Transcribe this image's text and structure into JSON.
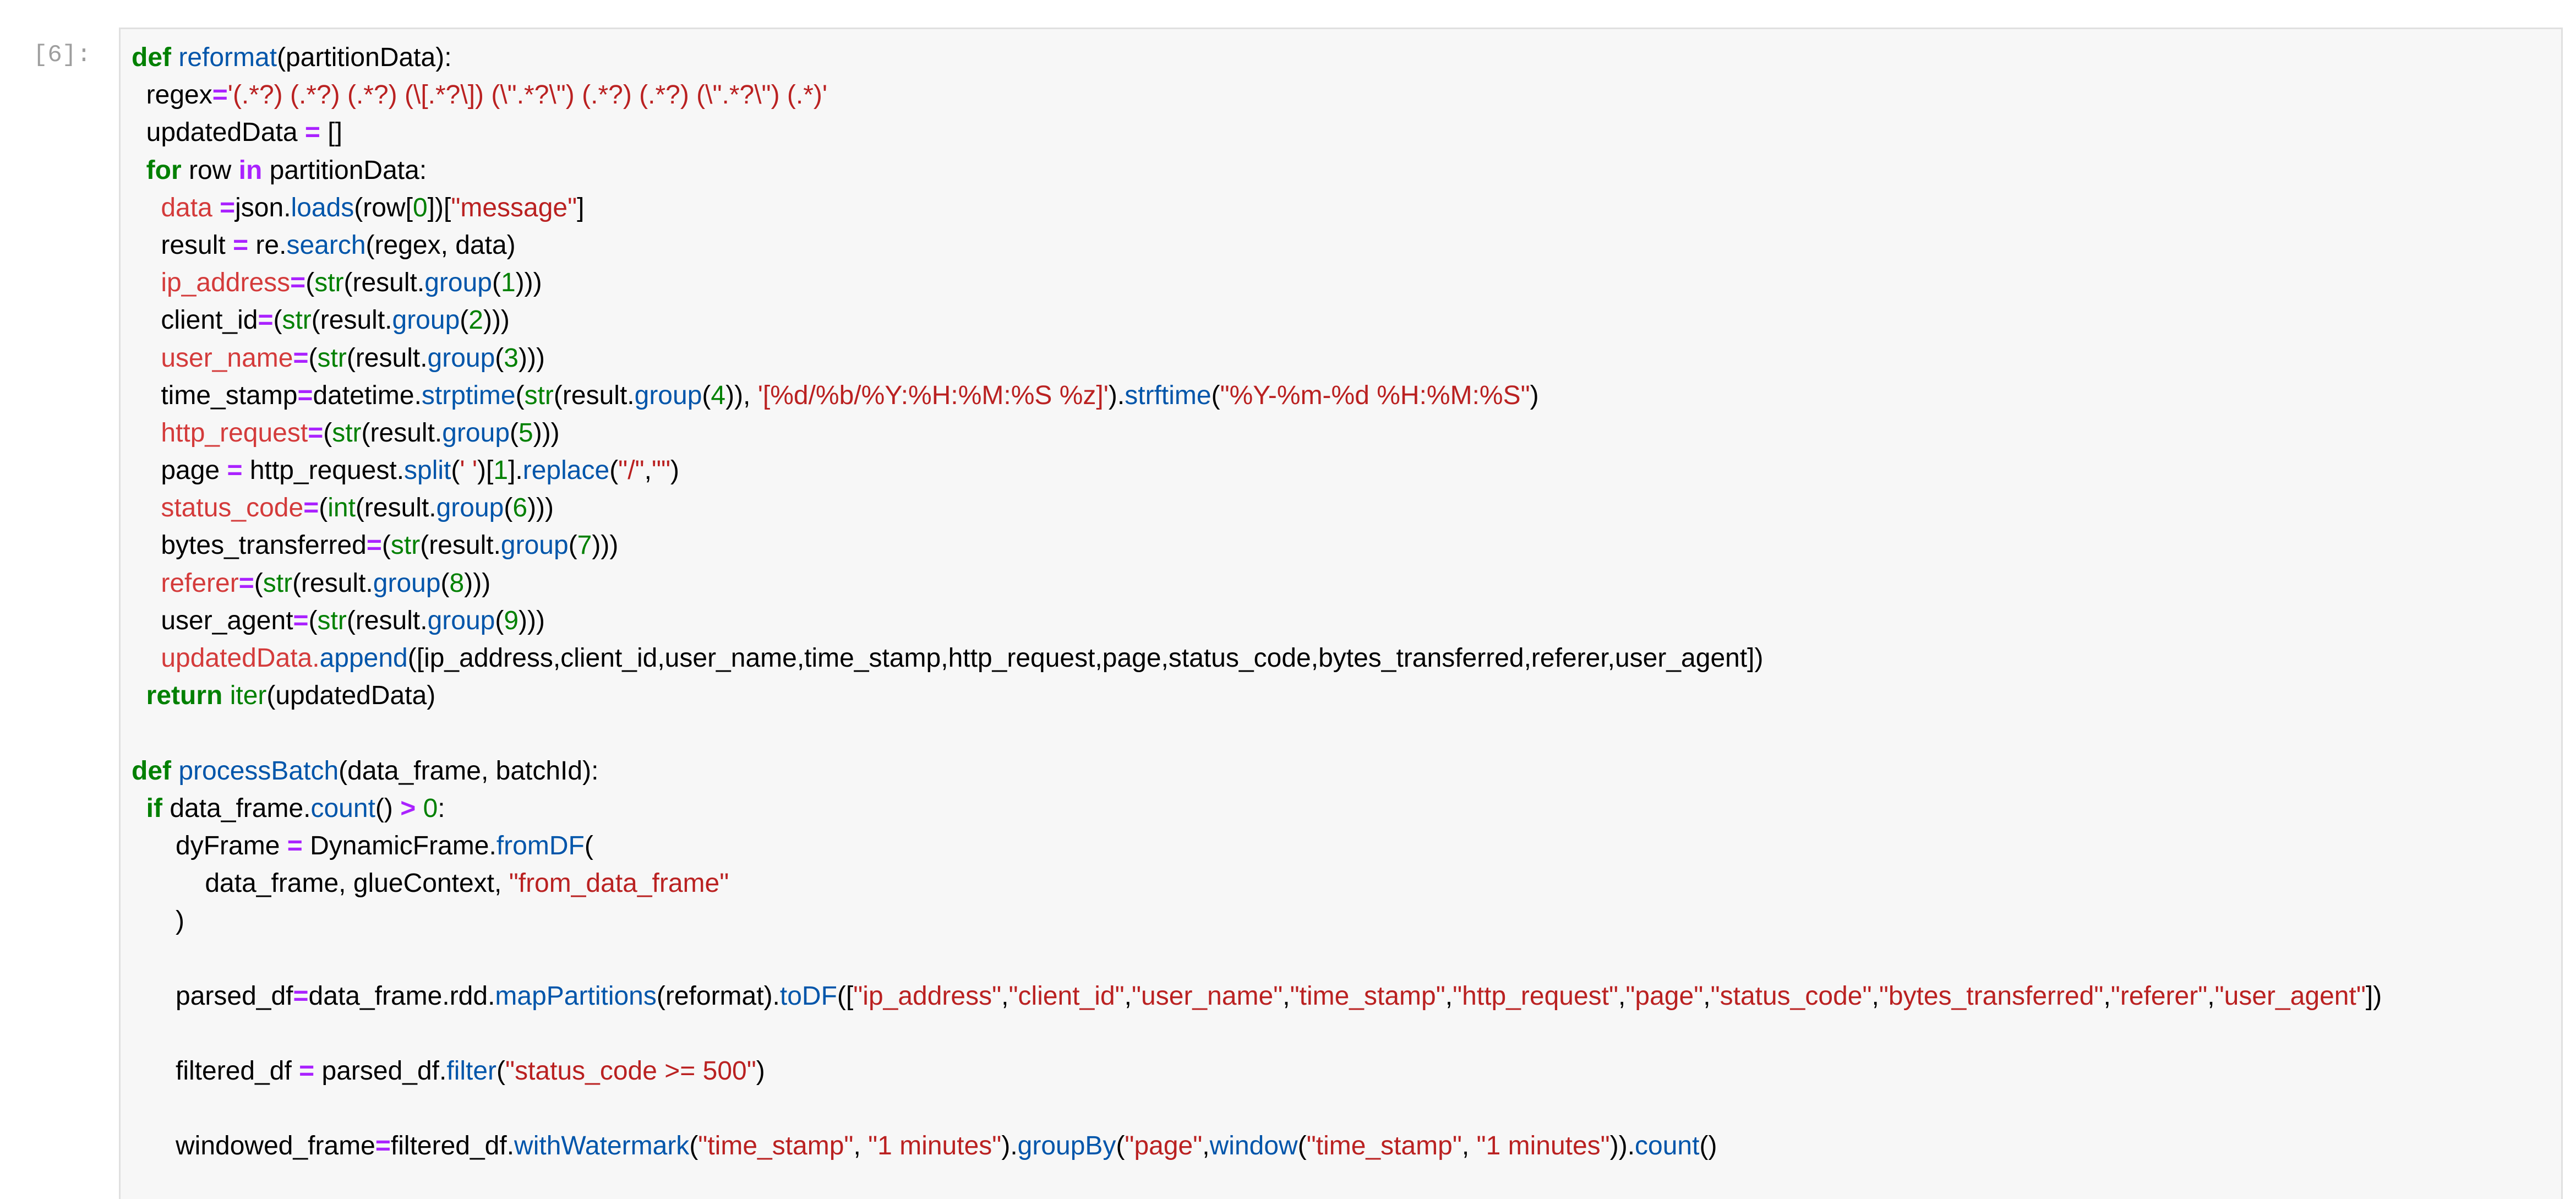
{
  "cell": {
    "prompt": "[6]:"
  },
  "code_lines": [
    [
      [
        "kw",
        "def "
      ],
      [
        "fn",
        "reformat"
      ],
      [
        "plain",
        "(partitionData):"
      ]
    ],
    [
      [
        "plain",
        "  regex"
      ],
      [
        "op",
        "="
      ],
      [
        "str",
        "'(.*?) (.*?) (.*?) (\\[.*?\\]) (\\\".*?\\\") (.*?) (.*?) (\\\".*?\\\") (.*)'"
      ]
    ],
    [
      [
        "plain",
        "  updatedData "
      ],
      [
        "op",
        "="
      ],
      [
        "plain",
        " []"
      ]
    ],
    [
      [
        "kw",
        "  for"
      ],
      [
        "plain",
        " row "
      ],
      [
        "op",
        "in"
      ],
      [
        "plain",
        " partitionData:"
      ]
    ],
    [
      [
        "var",
        "    data "
      ],
      [
        "op",
        "="
      ],
      [
        "plain",
        "json."
      ],
      [
        "fn",
        "loads"
      ],
      [
        "plain",
        "(row["
      ],
      [
        "num",
        "0"
      ],
      [
        "plain",
        "])["
      ],
      [
        "str",
        "\"message\""
      ],
      [
        "plain",
        "]"
      ]
    ],
    [
      [
        "plain",
        "    result "
      ],
      [
        "op",
        "="
      ],
      [
        "plain",
        " re."
      ],
      [
        "fn",
        "search"
      ],
      [
        "plain",
        "(regex, data)"
      ]
    ],
    [
      [
        "var",
        "    ip_address"
      ],
      [
        "op",
        "="
      ],
      [
        "plain",
        "("
      ],
      [
        "bi",
        "str"
      ],
      [
        "plain",
        "(result."
      ],
      [
        "fn",
        "group"
      ],
      [
        "plain",
        "("
      ],
      [
        "num",
        "1"
      ],
      [
        "plain",
        ")))"
      ]
    ],
    [
      [
        "plain",
        "    client_id"
      ],
      [
        "op",
        "="
      ],
      [
        "plain",
        "("
      ],
      [
        "bi",
        "str"
      ],
      [
        "plain",
        "(result."
      ],
      [
        "fn",
        "group"
      ],
      [
        "plain",
        "("
      ],
      [
        "num",
        "2"
      ],
      [
        "plain",
        ")))"
      ]
    ],
    [
      [
        "var",
        "    user_name"
      ],
      [
        "op",
        "="
      ],
      [
        "plain",
        "("
      ],
      [
        "bi",
        "str"
      ],
      [
        "plain",
        "(result."
      ],
      [
        "fn",
        "group"
      ],
      [
        "plain",
        "("
      ],
      [
        "num",
        "3"
      ],
      [
        "plain",
        ")))"
      ]
    ],
    [
      [
        "plain",
        "    time_stamp"
      ],
      [
        "op",
        "="
      ],
      [
        "plain",
        "datetime."
      ],
      [
        "fn",
        "strptime"
      ],
      [
        "plain",
        "("
      ],
      [
        "bi",
        "str"
      ],
      [
        "plain",
        "(result."
      ],
      [
        "fn",
        "group"
      ],
      [
        "plain",
        "("
      ],
      [
        "num",
        "4"
      ],
      [
        "plain",
        ")), "
      ],
      [
        "str",
        "'[%d/%b/%Y:%H:%M:%S %z]'"
      ],
      [
        "plain",
        ")."
      ],
      [
        "fn",
        "strftime"
      ],
      [
        "plain",
        "("
      ],
      [
        "str",
        "\"%Y-%m-%d %H:%M:%S\""
      ],
      [
        "plain",
        ")"
      ]
    ],
    [
      [
        "var",
        "    http_request"
      ],
      [
        "op",
        "="
      ],
      [
        "plain",
        "("
      ],
      [
        "bi",
        "str"
      ],
      [
        "plain",
        "(result."
      ],
      [
        "fn",
        "group"
      ],
      [
        "plain",
        "("
      ],
      [
        "num",
        "5"
      ],
      [
        "plain",
        ")))"
      ]
    ],
    [
      [
        "plain",
        "    page "
      ],
      [
        "op",
        "="
      ],
      [
        "plain",
        " http_request."
      ],
      [
        "fn",
        "split"
      ],
      [
        "plain",
        "("
      ],
      [
        "str",
        "' '"
      ],
      [
        "plain",
        ")["
      ],
      [
        "num",
        "1"
      ],
      [
        "plain",
        "]."
      ],
      [
        "fn",
        "replace"
      ],
      [
        "plain",
        "("
      ],
      [
        "str",
        "\"/\""
      ],
      [
        "plain",
        ","
      ],
      [
        "str",
        "\"\""
      ],
      [
        "plain",
        ")"
      ]
    ],
    [
      [
        "var",
        "    status_code"
      ],
      [
        "op",
        "="
      ],
      [
        "plain",
        "("
      ],
      [
        "bi",
        "int"
      ],
      [
        "plain",
        "(result."
      ],
      [
        "fn",
        "group"
      ],
      [
        "plain",
        "("
      ],
      [
        "num",
        "6"
      ],
      [
        "plain",
        ")))"
      ]
    ],
    [
      [
        "plain",
        "    bytes_transferred"
      ],
      [
        "op",
        "="
      ],
      [
        "plain",
        "("
      ],
      [
        "bi",
        "str"
      ],
      [
        "plain",
        "(result."
      ],
      [
        "fn",
        "group"
      ],
      [
        "plain",
        "("
      ],
      [
        "num",
        "7"
      ],
      [
        "plain",
        ")))"
      ]
    ],
    [
      [
        "var",
        "    referer"
      ],
      [
        "op",
        "="
      ],
      [
        "plain",
        "("
      ],
      [
        "bi",
        "str"
      ],
      [
        "plain",
        "(result."
      ],
      [
        "fn",
        "group"
      ],
      [
        "plain",
        "("
      ],
      [
        "num",
        "8"
      ],
      [
        "plain",
        ")))"
      ]
    ],
    [
      [
        "plain",
        "    user_agent"
      ],
      [
        "op",
        "="
      ],
      [
        "plain",
        "("
      ],
      [
        "bi",
        "str"
      ],
      [
        "plain",
        "(result."
      ],
      [
        "fn",
        "group"
      ],
      [
        "plain",
        "("
      ],
      [
        "num",
        "9"
      ],
      [
        "plain",
        ")))"
      ]
    ],
    [
      [
        "var",
        "    updatedData."
      ],
      [
        "fn",
        "append"
      ],
      [
        "plain",
        "([ip_address,client_id,user_name,time_stamp,http_request,page,status_code,bytes_transferred,referer,user_agent])"
      ]
    ],
    [
      [
        "kw",
        "  return "
      ],
      [
        "bi",
        "iter"
      ],
      [
        "plain",
        "(updatedData)"
      ]
    ],
    [
      [
        "plain",
        ""
      ]
    ],
    [
      [
        "kw",
        "def "
      ],
      [
        "fn",
        "processBatch"
      ],
      [
        "plain",
        "(data_frame, batchId):"
      ]
    ],
    [
      [
        "kw",
        "  if"
      ],
      [
        "plain",
        " data_frame."
      ],
      [
        "fn",
        "count"
      ],
      [
        "plain",
        "() "
      ],
      [
        "op",
        ">"
      ],
      [
        "plain",
        " "
      ],
      [
        "num",
        "0"
      ],
      [
        "plain",
        ":"
      ]
    ],
    [
      [
        "plain",
        "      dyFrame "
      ],
      [
        "op",
        "="
      ],
      [
        "plain",
        " DynamicFrame."
      ],
      [
        "fn",
        "fromDF"
      ],
      [
        "plain",
        "("
      ]
    ],
    [
      [
        "plain",
        "          data_frame, glueContext, "
      ],
      [
        "str",
        "\"from_data_frame\""
      ]
    ],
    [
      [
        "plain",
        "      )"
      ]
    ],
    [
      [
        "plain",
        ""
      ]
    ],
    [
      [
        "plain",
        "      parsed_df"
      ],
      [
        "op",
        "="
      ],
      [
        "plain",
        "data_frame.rdd."
      ],
      [
        "fn",
        "mapPartitions"
      ],
      [
        "plain",
        "(reformat)."
      ],
      [
        "fn",
        "toDF"
      ],
      [
        "plain",
        "(["
      ],
      [
        "str",
        "\"ip_address\""
      ],
      [
        "plain",
        ","
      ],
      [
        "str",
        "\"client_id\""
      ],
      [
        "plain",
        ","
      ],
      [
        "str",
        "\"user_name\""
      ],
      [
        "plain",
        ","
      ],
      [
        "str",
        "\"time_stamp\""
      ],
      [
        "plain",
        ","
      ],
      [
        "str",
        "\"http_request\""
      ],
      [
        "plain",
        ","
      ],
      [
        "str",
        "\"page\""
      ],
      [
        "plain",
        ","
      ],
      [
        "str",
        "\"status_code\""
      ],
      [
        "plain",
        ","
      ],
      [
        "str",
        "\"bytes_transferred\""
      ],
      [
        "plain",
        ","
      ],
      [
        "str",
        "\"referer\""
      ],
      [
        "plain",
        ","
      ],
      [
        "str",
        "\"user_agent\""
      ],
      [
        "plain",
        "])"
      ]
    ],
    [
      [
        "plain",
        ""
      ]
    ],
    [
      [
        "plain",
        "      filtered_df "
      ],
      [
        "op",
        "="
      ],
      [
        "plain",
        " parsed_df."
      ],
      [
        "fn",
        "filter"
      ],
      [
        "plain",
        "("
      ],
      [
        "str",
        "\"status_code >= 500\""
      ],
      [
        "plain",
        ")"
      ]
    ],
    [
      [
        "plain",
        ""
      ]
    ],
    [
      [
        "plain",
        "      windowed_frame"
      ],
      [
        "op",
        "="
      ],
      [
        "plain",
        "filtered_df."
      ],
      [
        "fn",
        "withWatermark"
      ],
      [
        "plain",
        "("
      ],
      [
        "str",
        "\"time_stamp\""
      ],
      [
        "plain",
        ", "
      ],
      [
        "str",
        "\"1 minutes\""
      ],
      [
        "plain",
        ")."
      ],
      [
        "fn",
        "groupBy"
      ],
      [
        "plain",
        "("
      ],
      [
        "str",
        "\"page\""
      ],
      [
        "plain",
        ","
      ],
      [
        "fn",
        "window"
      ],
      [
        "plain",
        "("
      ],
      [
        "str",
        "\"time_stamp\""
      ],
      [
        "plain",
        ", "
      ],
      [
        "str",
        "\"1 minutes\""
      ],
      [
        "plain",
        "))."
      ],
      [
        "fn",
        "count"
      ],
      [
        "plain",
        "()"
      ]
    ]
  ]
}
